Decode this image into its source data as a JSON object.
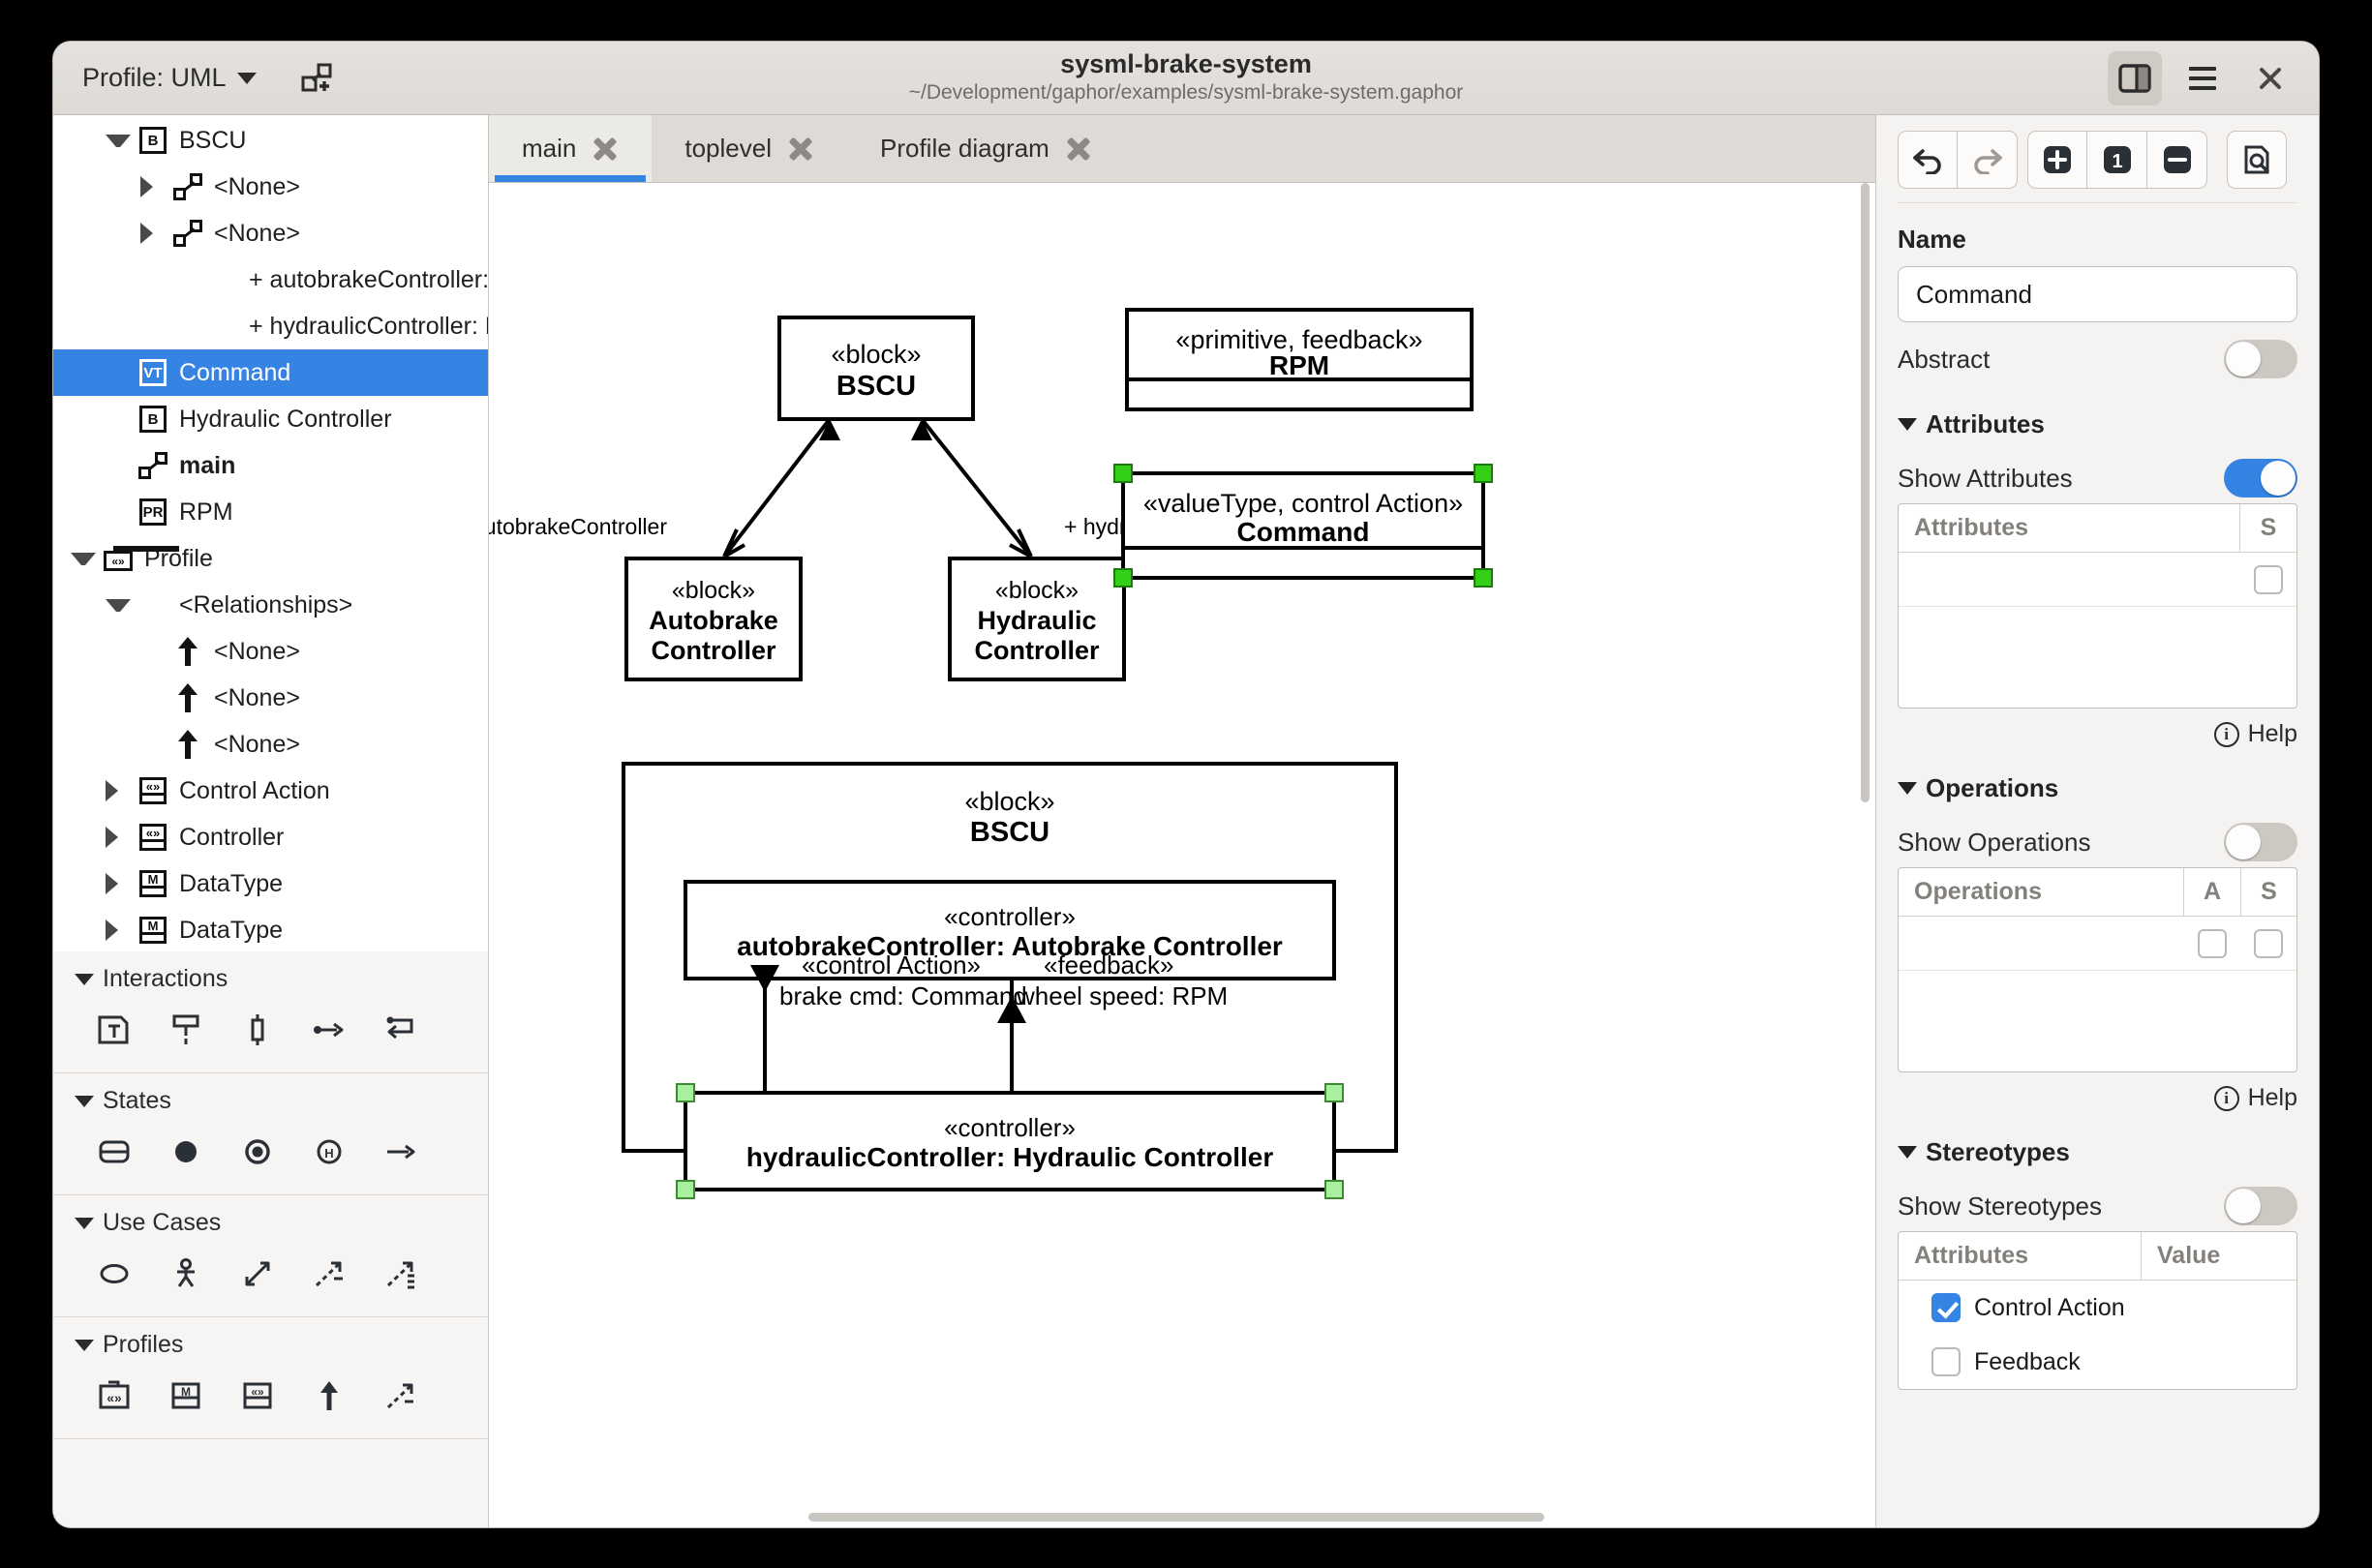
{
  "window": {
    "title": "sysml-brake-system",
    "subtitle": "~/Development/gaphor/examples/sysml-brake-system.gaphor",
    "profile_label": "Profile: UML"
  },
  "header_icons": {
    "new_diagram": "new-diagram-icon",
    "sidebar_toggle": "sidebar-toggle-icon",
    "menu": "hamburger-menu-icon",
    "close": "close-icon"
  },
  "tree": {
    "items": [
      {
        "label": "BSCU",
        "icon": "block-icon",
        "badge": "B",
        "indent": 1,
        "expander": "down",
        "bold": false,
        "selected": false
      },
      {
        "label": "<None>",
        "icon": "diagram-icon",
        "badge": "",
        "indent": 2,
        "expander": "right",
        "bold": false,
        "selected": false
      },
      {
        "label": "<None>",
        "icon": "diagram-icon",
        "badge": "",
        "indent": 2,
        "expander": "right",
        "bold": false,
        "selected": false
      },
      {
        "label": "+ autobrakeController: Au",
        "icon": "none",
        "badge": "",
        "indent": 3,
        "expander": "none",
        "bold": false,
        "selected": false
      },
      {
        "label": "+ hydraulicController: Hyd",
        "icon": "none",
        "badge": "",
        "indent": 3,
        "expander": "none",
        "bold": false,
        "selected": false
      },
      {
        "label": "Command",
        "icon": "valuetype-icon",
        "badge": "VT",
        "indent": 1,
        "expander": "none",
        "bold": false,
        "selected": true
      },
      {
        "label": "Hydraulic Controller",
        "icon": "block-icon",
        "badge": "B",
        "indent": 1,
        "expander": "none",
        "bold": false,
        "selected": false
      },
      {
        "label": "main",
        "icon": "diagram-icon",
        "badge": "",
        "indent": 1,
        "expander": "none",
        "bold": true,
        "selected": false
      },
      {
        "label": "RPM",
        "icon": "primitive-icon",
        "badge": "PR",
        "indent": 1,
        "expander": "none",
        "bold": false,
        "selected": false
      },
      {
        "label": "Profile",
        "icon": "profile-folder-icon",
        "badge": "«»",
        "indent": 0,
        "expander": "down",
        "bold": false,
        "selected": false
      },
      {
        "label": "<Relationships>",
        "icon": "none",
        "badge": "",
        "indent": 1,
        "expander": "down",
        "bold": false,
        "selected": false
      },
      {
        "label": "<None>",
        "icon": "generalization-icon",
        "badge": "",
        "indent": 2,
        "expander": "none",
        "bold": false,
        "selected": false
      },
      {
        "label": "<None>",
        "icon": "generalization-icon",
        "badge": "",
        "indent": 2,
        "expander": "none",
        "bold": false,
        "selected": false
      },
      {
        "label": "<None>",
        "icon": "generalization-icon",
        "badge": "",
        "indent": 2,
        "expander": "none",
        "bold": false,
        "selected": false
      },
      {
        "label": "Control Action",
        "icon": "stereotype-icon",
        "badge": "«»",
        "indent": 1,
        "expander": "right",
        "bold": false,
        "selected": false
      },
      {
        "label": "Controller",
        "icon": "stereotype-icon",
        "badge": "«»",
        "indent": 1,
        "expander": "right",
        "bold": false,
        "selected": false
      },
      {
        "label": "DataType",
        "icon": "metaclass-icon",
        "badge": "M",
        "indent": 1,
        "expander": "right",
        "bold": false,
        "selected": false
      },
      {
        "label": "DataType",
        "icon": "metaclass-icon",
        "badge": "M",
        "indent": 1,
        "expander": "right",
        "bold": false,
        "selected": false
      }
    ]
  },
  "toolbox": {
    "sections": [
      {
        "title": "Interactions",
        "items": [
          "interaction-icon",
          "lifeline-icon",
          "execution-specification-icon",
          "message-icon",
          "reflexive-message-icon"
        ]
      },
      {
        "title": "States",
        "items": [
          "state-icon",
          "initial-pseudostate-icon",
          "final-state-icon",
          "history-pseudostate-icon",
          "transition-icon"
        ]
      },
      {
        "title": "Use Cases",
        "items": [
          "use-case-icon",
          "actor-icon",
          "association-icon",
          "include-icon",
          "extend-icon"
        ]
      },
      {
        "title": "Profiles",
        "items": [
          "profile-icon",
          "metaclass-icon",
          "stereotype-icon",
          "generalization-icon",
          "extension-icon"
        ]
      }
    ]
  },
  "tabs": [
    {
      "label": "main",
      "active": true
    },
    {
      "label": "toplevel",
      "active": false
    },
    {
      "label": "Profile diagram",
      "active": false
    }
  ],
  "diagram": {
    "blocks": [
      {
        "name": "bscu-block",
        "stereotype": "«block»",
        "title": "BSCU",
        "title2": ""
      },
      {
        "name": "rpm-block",
        "stereotype": "«primitive, feedback»",
        "title": "RPM",
        "title2": ""
      },
      {
        "name": "command-block",
        "stereotype": "«valueType, control Action»",
        "title": "Command",
        "title2": ""
      },
      {
        "name": "autobrake-block",
        "stereotype": "«block»",
        "title": "Autobrake",
        "title2": "Controller"
      },
      {
        "name": "hydraulic-block",
        "stereotype": "«block»",
        "title": "Hydraulic",
        "title2": "Controller"
      }
    ],
    "association_labels": {
      "left": "+ autobrakeController",
      "right": "+ hydraulicController"
    },
    "ibd": {
      "stereotype": "«block»",
      "title": "BSCU",
      "part_top_stereotype": "«controller»",
      "part_top_title": "autobrakeController: Autobrake Controller",
      "part_bottom_stereotype": "«controller»",
      "part_bottom_title": "hydraulicController: Hydraulic Controller",
      "flow_left_stereotype": "«control Action»",
      "flow_left_label": "brake cmd: Command",
      "flow_right_stereotype": "«feedback»",
      "flow_right_label": "wheel speed: RPM"
    },
    "selection_color": "#33d017"
  },
  "properties": {
    "toolbar": {
      "undo": "undo-icon",
      "redo": "redo-icon",
      "zoom_in": "zoom-in-icon",
      "zoom_reset": "zoom-100-icon",
      "zoom_reset_label": "1",
      "zoom_out": "zoom-out-icon",
      "preview": "diagram-preview-icon"
    },
    "name_label": "Name",
    "name_value": "Command",
    "abstract_label": "Abstract",
    "abstract_on": false,
    "attributes": {
      "section_title": "Attributes",
      "toggle_label": "Show Attributes",
      "toggle_on": true,
      "columns": [
        "Attributes",
        "S"
      ],
      "rows": [
        {
          "text": "",
          "s": false
        }
      ],
      "help_label": "Help"
    },
    "operations": {
      "section_title": "Operations",
      "toggle_label": "Show Operations",
      "toggle_on": false,
      "columns": [
        "Operations",
        "A",
        "S"
      ],
      "rows": [
        {
          "text": "",
          "a": false,
          "s": false
        }
      ],
      "help_label": "Help"
    },
    "stereotypes": {
      "section_title": "Stereotypes",
      "toggle_label": "Show Stereotypes",
      "toggle_on": false,
      "columns": [
        "Attributes",
        "Value"
      ],
      "rows": [
        {
          "text": "Control Action",
          "checked": true,
          "value": ""
        },
        {
          "text": "Feedback",
          "checked": false,
          "value": ""
        }
      ]
    }
  },
  "colors": {
    "accent": "#3584e4",
    "selection_handle": "#33d017",
    "header_bg": "#e0ddd9"
  }
}
